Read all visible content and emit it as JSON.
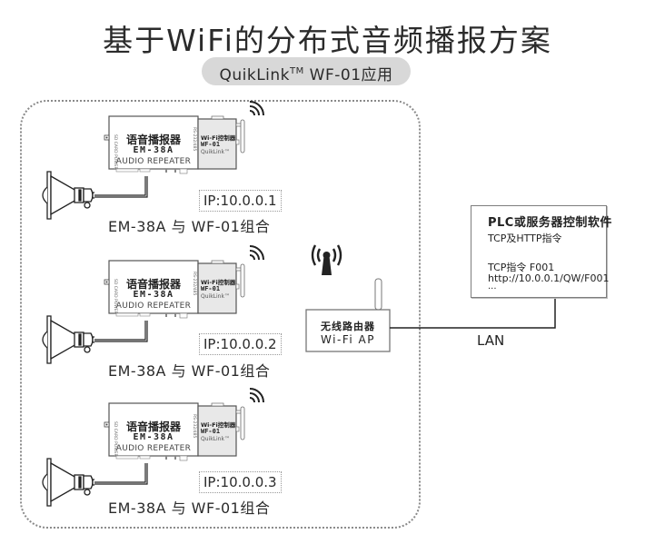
{
  "title": "基于WiFi的分布式音频播报方案",
  "subtitle": {
    "main": "QuikLink",
    "trademark": "TM",
    "rest": " WF-01应用"
  },
  "units": [
    {
      "repeater": {
        "name": "语音播报器",
        "model": "EM-38A",
        "desc": "AUDIO REPEATER",
        "side_left": "SD CARD   POWER",
        "side_right": "RS-232/485"
      },
      "controller": {
        "name": "Wi-Fi控制器",
        "model": "WF-01",
        "brand": "QuikLink™"
      },
      "ip": "IP:10.0.0.1",
      "label": "EM-38A 与 WF-01组合"
    },
    {
      "repeater": {
        "name": "语音播报器",
        "model": "EM-38A",
        "desc": "AUDIO REPEATER",
        "side_left": "SD CARD   POWER",
        "side_right": "RS-232/485"
      },
      "controller": {
        "name": "Wi-Fi控制器",
        "model": "WF-01",
        "brand": "QuikLink™"
      },
      "ip": "IP:10.0.0.2",
      "label": "EM-38A 与 WF-01组合"
    },
    {
      "repeater": {
        "name": "语音播报器",
        "model": "EM-38A",
        "desc": "AUDIO REPEATER",
        "side_left": "SD CARD   POWER",
        "side_right": "RS-232/485"
      },
      "controller": {
        "name": "Wi-Fi控制器",
        "model": "WF-01",
        "brand": "QuikLink™"
      },
      "ip": "IP:10.0.0.3",
      "label": "EM-38A 与 WF-01组合"
    }
  ],
  "router": {
    "name": "无线路由器",
    "type": "Wi-Fi AP",
    "icon": "radio-tower-icon"
  },
  "server": {
    "title": "PLC或服务器控制软件",
    "subtitle": "TCP及HTTP指令",
    "tcp_command": "TCP指令 F001",
    "http_command": "http://10.0.0.1/QW/F001",
    "ellipsis": "..."
  },
  "link_label": "LAN",
  "colors": {
    "pill": "#d8d8d8",
    "frame": "#8a8a8a",
    "controller_fill": "#e8e8e8",
    "text": "#2b2b2b"
  }
}
